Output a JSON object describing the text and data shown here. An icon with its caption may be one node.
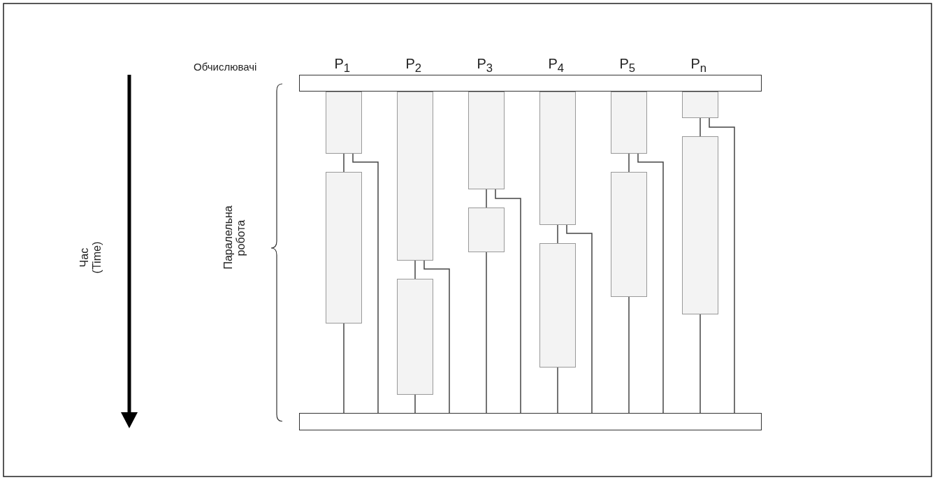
{
  "diagram": {
    "nodes": [
      {
        "text": [],
        "shape": "bar"
      },
      {
        "text": [],
        "shape": "bar"
      },
      {
        "text": [],
        "shape": "box"
      },
      {
        "text": [],
        "shape": "box"
      },
      {
        "text": [],
        "shape": "box"
      },
      {
        "text": [],
        "shape": "box"
      },
      {
        "text": [],
        "shape": "box"
      },
      {
        "text": [],
        "shape": "box"
      },
      {
        "text": [],
        "shape": "box"
      },
      {
        "text": [],
        "shape": "box"
      },
      {
        "text": [],
        "shape": "box"
      },
      {
        "text": [],
        "shape": "box"
      },
      {
        "text": [],
        "shape": "box"
      },
      {
        "text": [],
        "shape": "box"
      }
    ],
    "edges": [
      {
        "from": 2,
        "to": 3,
        "arrow": "none"
      },
      {
        "from": 2,
        "to": 1,
        "arrow": "none"
      },
      {
        "from": 3,
        "to": 1,
        "arrow": "none"
      },
      {
        "from": 4,
        "to": 5,
        "arrow": "none"
      },
      {
        "from": 4,
        "to": 1,
        "arrow": "none"
      },
      {
        "from": 5,
        "to": 1,
        "arrow": "none"
      },
      {
        "from": 6,
        "to": 7,
        "arrow": "none"
      },
      {
        "from": 6,
        "to": 1,
        "arrow": "none"
      },
      {
        "from": 7,
        "to": 1,
        "arrow": "none"
      },
      {
        "from": 8,
        "to": 9,
        "arrow": "none"
      },
      {
        "from": 8,
        "to": 1,
        "arrow": "none"
      },
      {
        "from": 9,
        "to": 1,
        "arrow": "none"
      },
      {
        "from": 10,
        "to": 11,
        "arrow": "none"
      },
      {
        "from": 10,
        "to": 1,
        "arrow": "none"
      },
      {
        "from": 11,
        "to": 1,
        "arrow": "none"
      },
      {
        "from": 12,
        "to": 13,
        "arrow": "none"
      },
      {
        "from": 12,
        "to": 1,
        "arrow": "none"
      },
      {
        "from": 13,
        "to": 1,
        "arrow": "none"
      }
    ],
    "labels": [
      "Обчислювачі",
      "P$_{1}$",
      "P$_{2}$",
      "P$_{3}$",
      "P$_{4}$",
      "P$_{5}$",
      "P$_{n}$",
      "Час (Time)",
      "Паралельна робота"
    ]
  }
}
